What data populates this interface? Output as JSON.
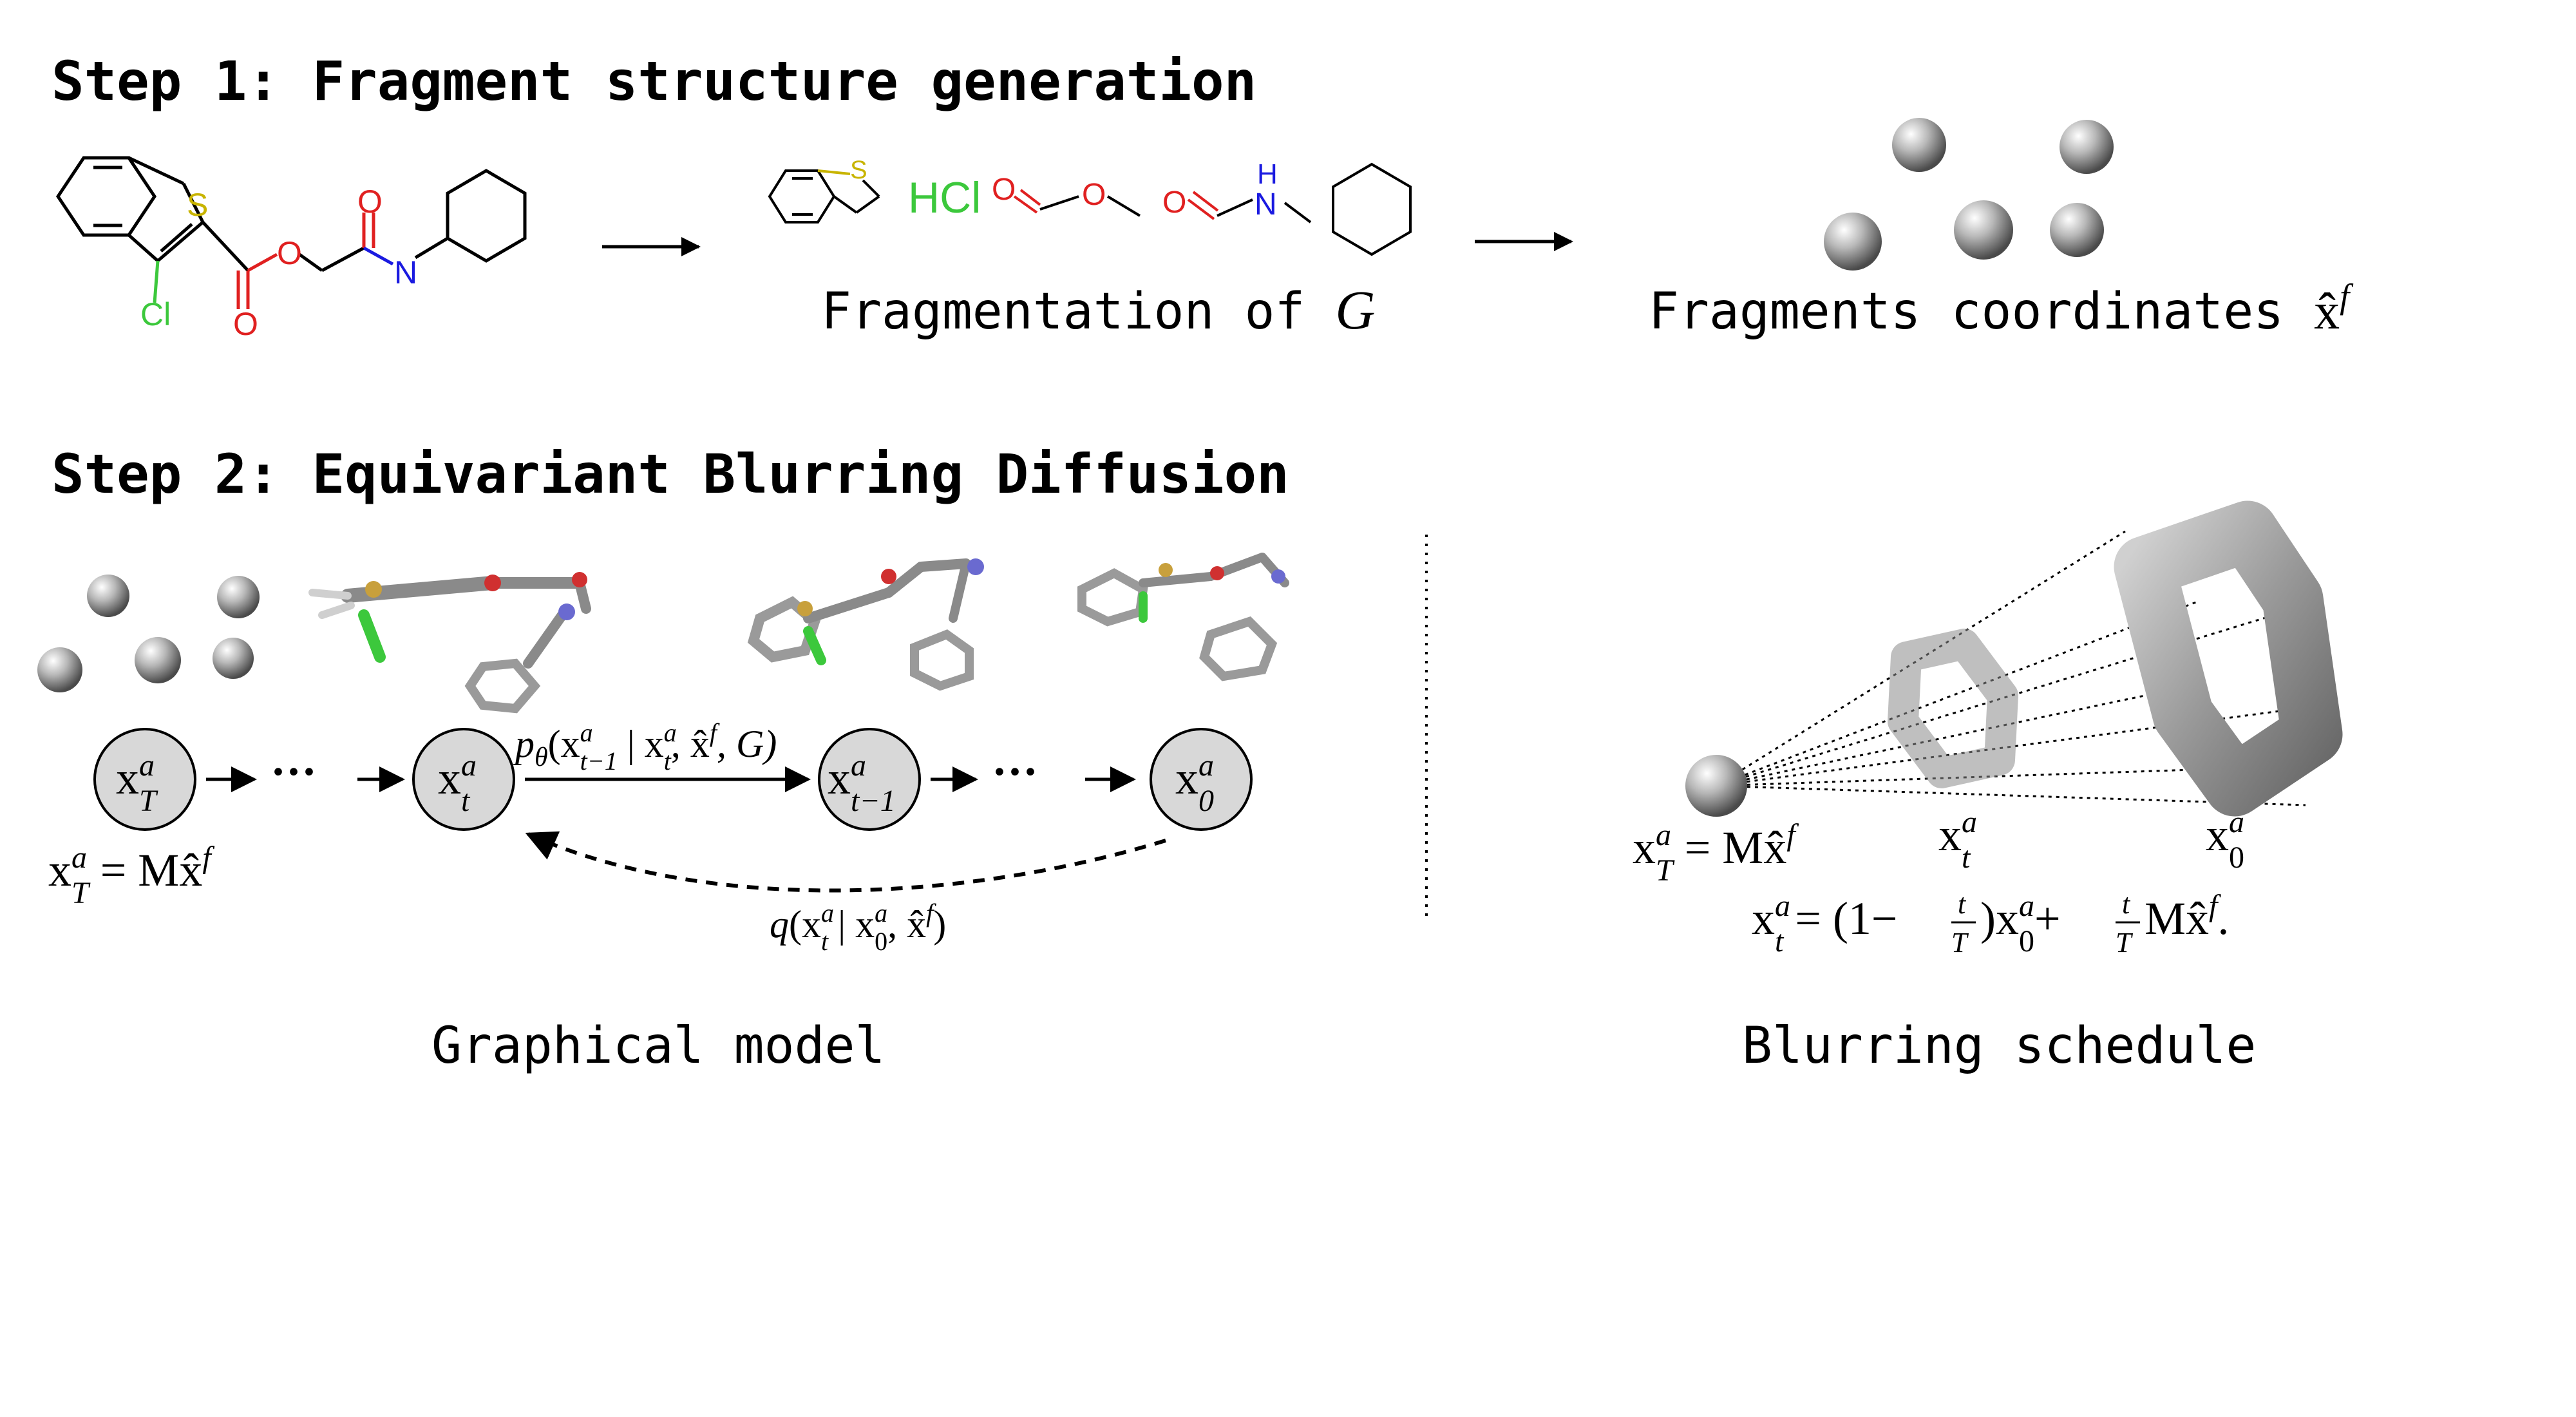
{
  "step1": {
    "title": "Step 1: Fragment structure generation",
    "molecule_atoms": {
      "S": "S",
      "Cl": "Cl",
      "O1": "O",
      "O2": "O",
      "O3": "O",
      "N": "N"
    },
    "fragments": {
      "hcl": "HCl",
      "ester_o1": "O",
      "ester_o2": "O",
      "amide_o": "O",
      "amide_n": "N",
      "amide_h": "H",
      "thiophene_s": "S"
    },
    "fragmentation_caption": "Fragmentation of ",
    "fragmentation_symbol": "G",
    "coordinates_caption": "Fragments coordinates ",
    "coordinates_symbol": "x̂",
    "coordinates_sup": "f"
  },
  "step2": {
    "title": "Step 2: Equivariant Blurring Diffusion",
    "nodes": [
      {
        "base": "x",
        "sup": "a",
        "sub": "T"
      },
      {
        "base": "x",
        "sup": "a",
        "sub": "t"
      },
      {
        "base": "x",
        "sup": "a",
        "sub": "t−1"
      },
      {
        "base": "x",
        "sup": "a",
        "sub": "0"
      }
    ],
    "ellipsis": "···",
    "forward_label": {
      "p": "p",
      "theta": "θ",
      "open": "(x",
      "sup_a": "a",
      "sub_tm1": "t−1",
      "mid": " | x",
      "sup_a2": "a",
      "sub_t": "t",
      "rest": ", x̂",
      "sup_f": "f",
      "tail": ", G)"
    },
    "reverse_label": {
      "q": "q",
      "open": "(x",
      "sup_a": "a",
      "sub_t": "t",
      "mid": " | x",
      "sup_a2": "a",
      "sub_0": "0",
      "rest": ", x̂",
      "sup_f": "f",
      "tail": ")"
    },
    "init_eq": {
      "x": "x",
      "sup": "a",
      "sub": "T",
      "rhs": " = Mx̂",
      "sup_f": "f"
    },
    "graphical_caption": "Graphical model",
    "blurring_caption": "Blurring schedule",
    "blur_labels": {
      "left": {
        "x": "x",
        "sup": "a",
        "sub": "T",
        "rhs": " = Mx̂",
        "sup_f": "f"
      },
      "mid": {
        "x": "x",
        "sup": "a",
        "sub": "t"
      },
      "right": {
        "x": "x",
        "sup": "a",
        "sub": "0"
      }
    },
    "schedule_eq": {
      "lhs": "x",
      "sup": "a",
      "sub": "t",
      "eq": " = (1−",
      "t_num": "t",
      "T_den": "T",
      "mid": ")x",
      "sup2": "a",
      "sub2": "0",
      "plus": "+",
      "t_num2": "t",
      "T_den2": "T",
      "tail": "Mx̂",
      "sup_f": "f",
      "end": "."
    }
  },
  "colors": {
    "oxygen": "#e02020",
    "nitrogen": "#1a1ae0",
    "sulfur": "#c8b400",
    "chlorine": "#3cc83c",
    "node_fill": "#d8d8d8",
    "stick": "#8a8a8a"
  }
}
